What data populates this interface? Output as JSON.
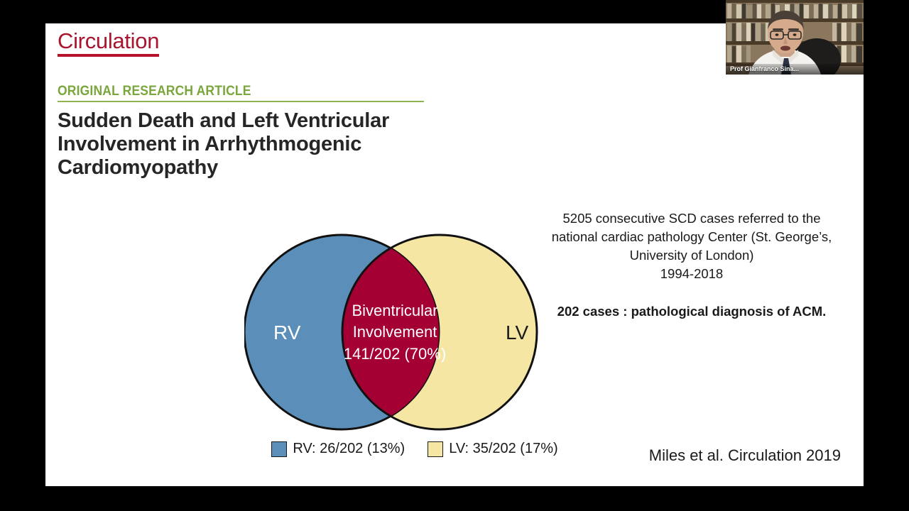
{
  "slide": {
    "journal_logo": "Circulation",
    "kicker": "ORIGINAL RESEARCH ARTICLE",
    "title": "Sudden Death and Left Ventricular Involvement in Arrhythmogenic Cardiomyopathy",
    "citation": "Miles et al. Circulation 2019",
    "right_column": {
      "cohort": "5205 consecutive SCD cases referred to the national cardiac pathology Center (St. George’s, University of London)",
      "years": "1994-2018",
      "cases": "202 cases : pathological diagnosis of ACM."
    }
  },
  "chart_data": {
    "type": "venn",
    "title": "Ventricular involvement in Arrhythmogenic Cardiomyopathy",
    "total": 202,
    "sets": [
      {
        "name": "RV",
        "label": "RV",
        "count": 26,
        "denominator": 202,
        "percent": 13,
        "color": "#5B8FB9",
        "legend": "RV: 26/202 (13%)"
      },
      {
        "name": "LV",
        "label": "LV",
        "count": 35,
        "denominator": 202,
        "percent": 17,
        "color": "#F5E6A3",
        "legend": "LV: 35/202 (17%)"
      }
    ],
    "intersection": {
      "name": "Biventricular Involvement",
      "label_line1": "Biventricular",
      "label_line2": "Involvement",
      "value_text": "141/202 (70%)",
      "count": 141,
      "denominator": 202,
      "percent": 70,
      "color": "#A50034"
    },
    "legend_position": "bottom"
  },
  "webcam": {
    "participant_name": "Prof Gianfranco Sina..."
  },
  "colors": {
    "journal_red": "#A8152E",
    "kicker_green": "#7AA63C",
    "rv_blue": "#5B8FB9",
    "lv_yellow": "#F5E6A3",
    "biventricular_red": "#A50034",
    "slide_background": "#FFFFFF",
    "page_background": "#000000",
    "text": "#1A1A1A"
  }
}
